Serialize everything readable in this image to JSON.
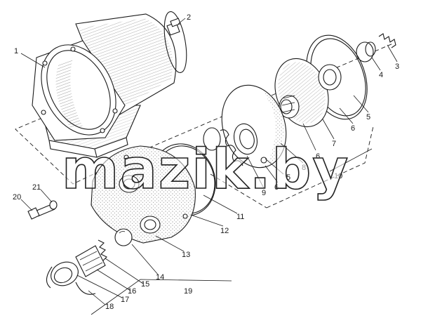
{
  "corner_mark": "",
  "watermark": "mazik.by",
  "colors": {
    "ink": "#1a1a1a",
    "paper": "#ffffff",
    "stipple": "#555555"
  },
  "labels": {
    "l1": "1",
    "l2": "2",
    "l3": "3",
    "l4": "4",
    "l5a": "5",
    "l5b": "5",
    "l6a": "6",
    "l6b": "6",
    "l6c": "6",
    "l7": "7",
    "l8": "8",
    "l9": "9",
    "l10": "10",
    "l11": "11",
    "l12": "12",
    "l13": "13",
    "l14": "14",
    "l15": "15",
    "l16": "16",
    "l17": "17",
    "l18": "18",
    "l19": "19",
    "l20": "20",
    "l21": "21"
  }
}
